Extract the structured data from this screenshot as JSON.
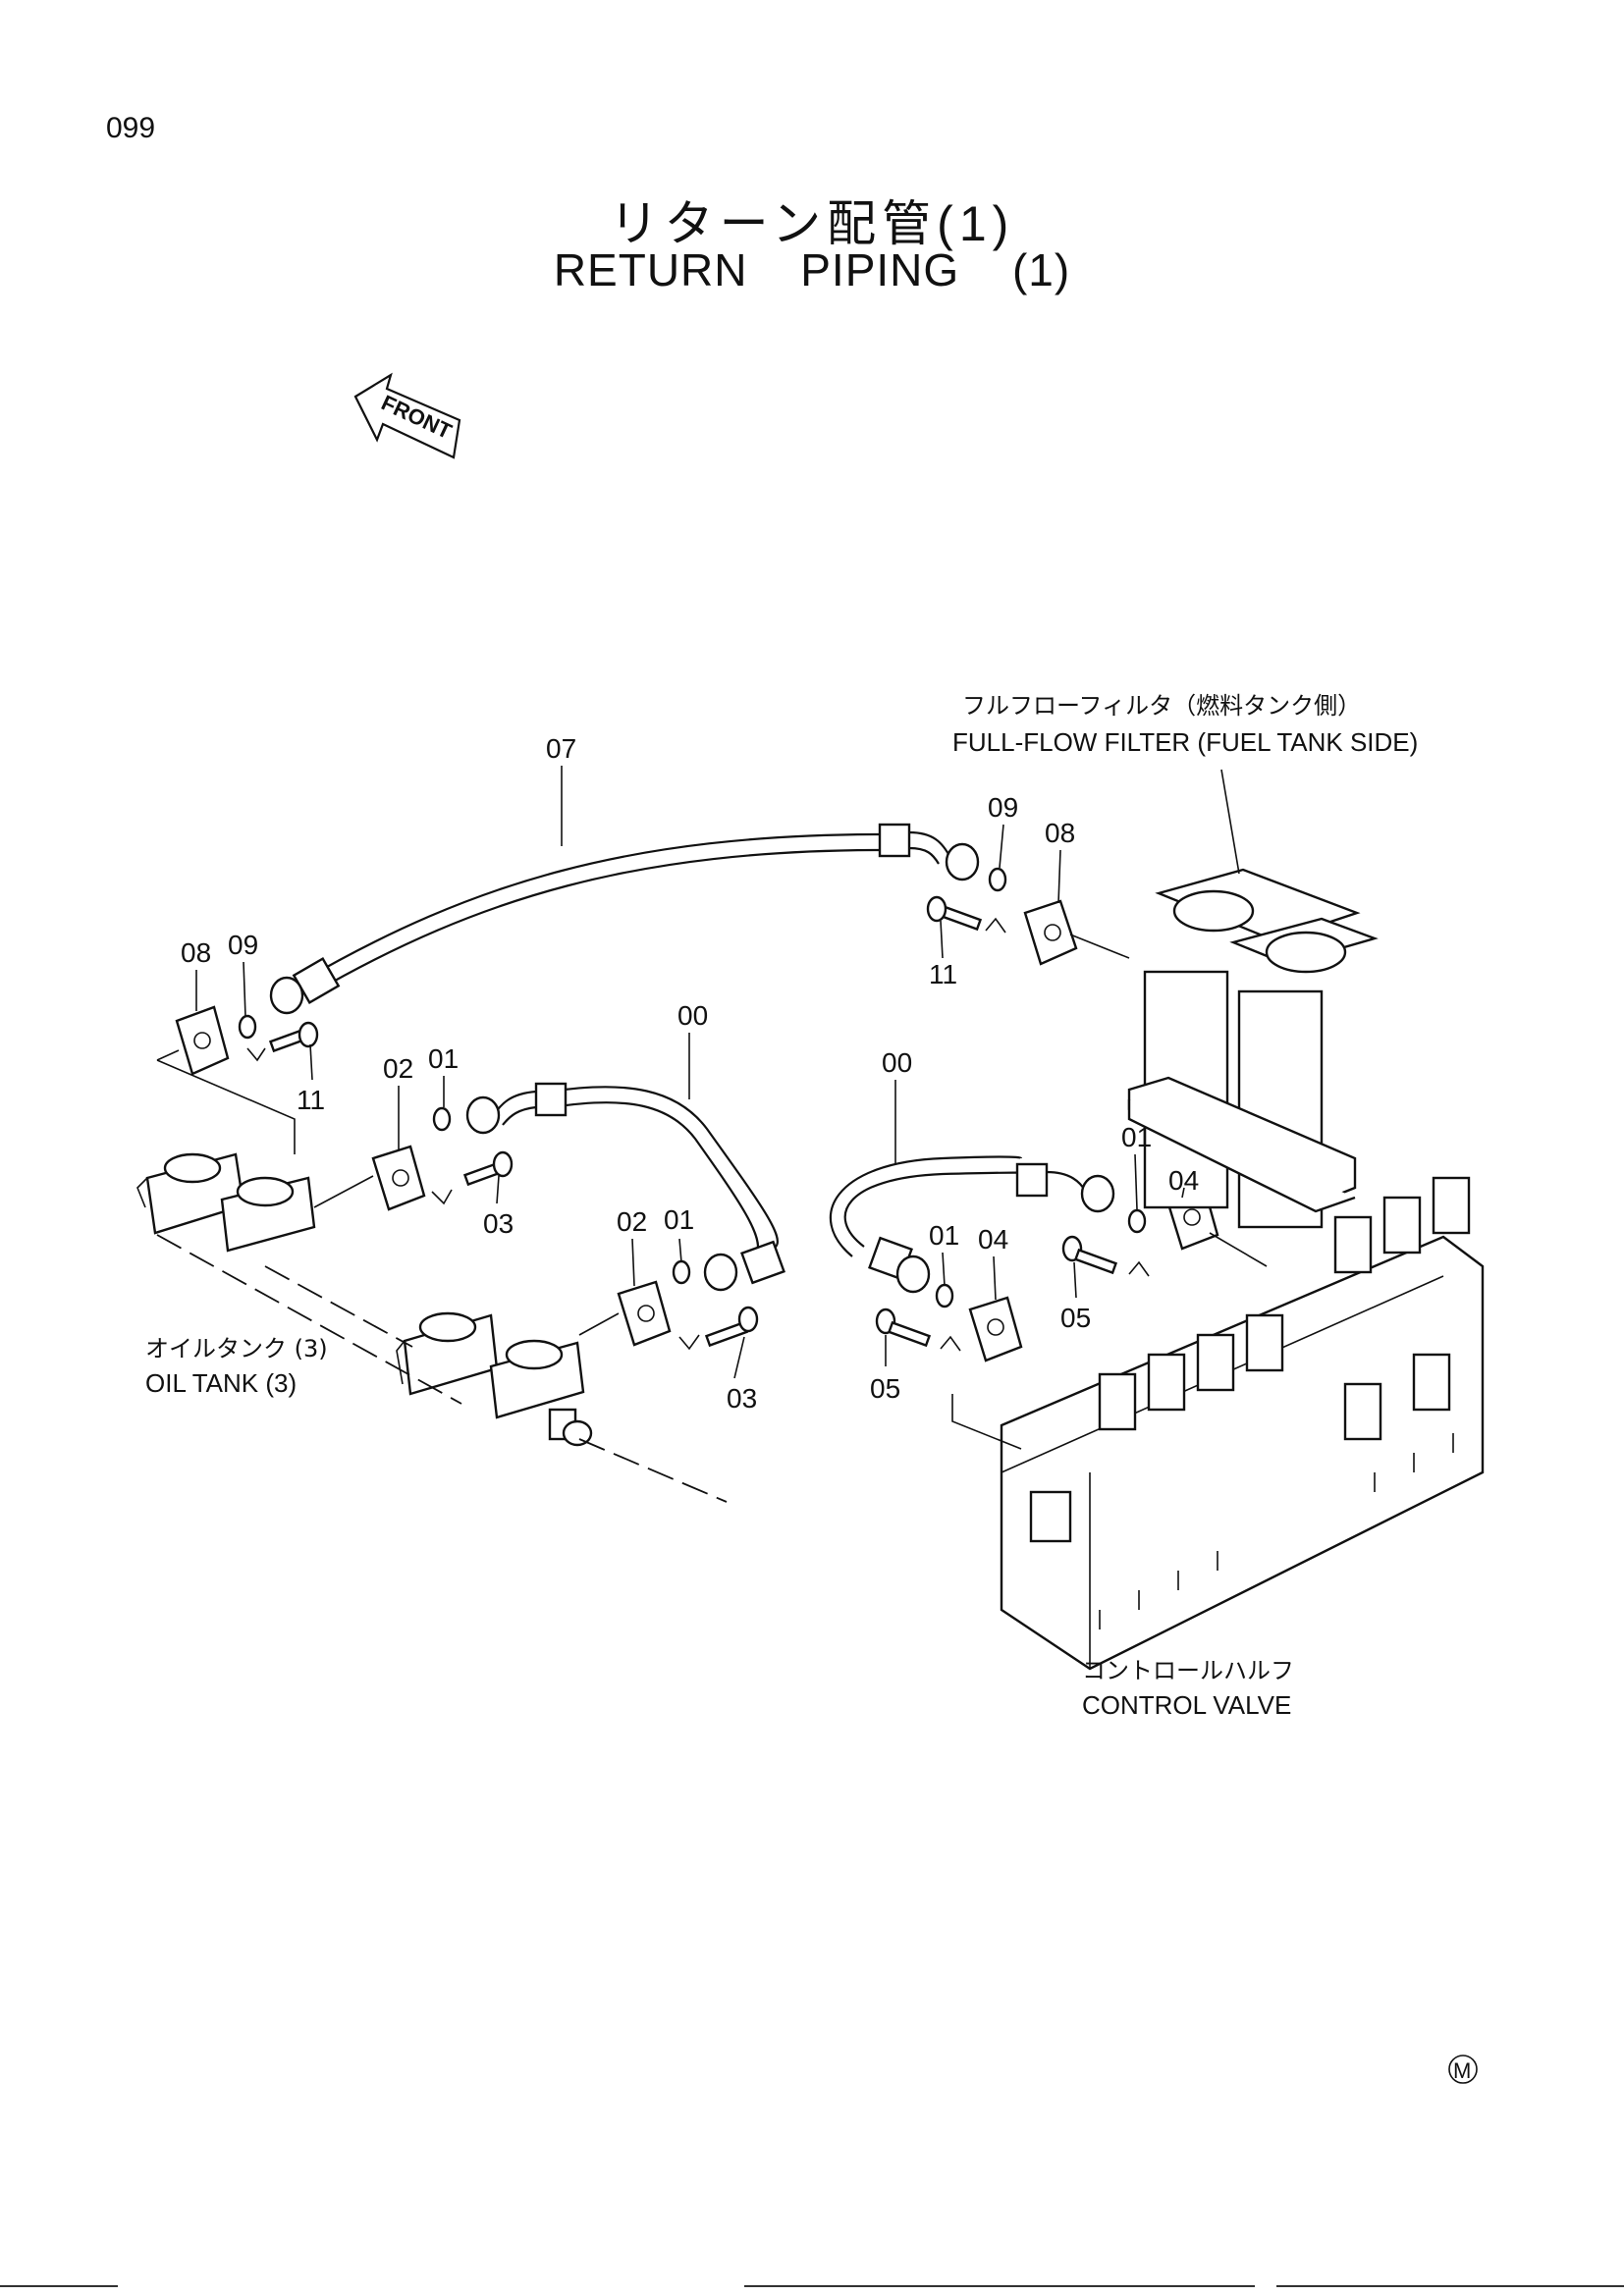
{
  "page_number": "099",
  "title_jp": "リターン配管(1)",
  "title_en": "RETURN PIPING (1)",
  "front_label": "FRONT",
  "labels": {
    "hose_07": "07",
    "hose_00_a": "00",
    "hose_00_b": "00",
    "oring_09_left": "09",
    "oring_09_right": "09",
    "flange_08_left": "08",
    "flange_08_right": "08",
    "bolt_11_left": "11",
    "bolt_11_right": "11",
    "flange_02_upper": "02",
    "flange_02_lower": "02",
    "oring_01_a": "01",
    "oring_01_b": "01",
    "oring_01_c": "01",
    "oring_01_d": "01",
    "bolt_03_upper": "03",
    "bolt_03_lower": "03",
    "flange_04_right": "04",
    "flange_04_mid": "04",
    "bolt_05_right": "05",
    "bolt_05_mid": "05"
  },
  "captions": {
    "filter_jp": "フルフローフィルタ（燃料タンク側）",
    "filter_en": "FULL-FLOW FILTER (FUEL TANK SIDE)",
    "oil_tank_jp": "オイルタンク (3)",
    "oil_tank_en": "OIL TANK (3)",
    "control_valve_jp": "コントロールハルフ",
    "control_valve_en": "CONTROL VALVE"
  },
  "corner_mark": "M"
}
